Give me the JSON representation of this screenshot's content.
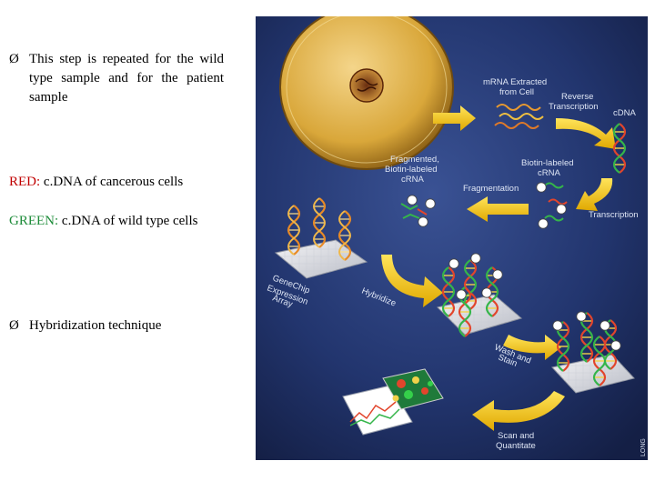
{
  "bullets": [
    {
      "glyph": "Ø",
      "text": "This step is repeated for the wild type sample and for the patient sample"
    },
    {
      "glyph": "Ø",
      "text": "Hybridization technique"
    }
  ],
  "legend": {
    "red": {
      "label": "RED:",
      "text": " c.DNA of cancerous cells",
      "color": "#c00000"
    },
    "green": {
      "label": "GREEN:",
      "text": " c.DNA of wild type cells",
      "color": "#1e8c3a"
    }
  },
  "diagram": {
    "labels": {
      "mrna_l1": "mRNA Extracted",
      "mrna_l2": "from Cell",
      "rt_l1": "Reverse",
      "rt_l2": "Transcription",
      "cdna": "cDNA",
      "frag_l1": "Fragmented,",
      "frag_l2": "Biotin-labeled",
      "frag_l3": "cRNA",
      "bio_l1": "Biotin-labeled",
      "bio_l2": "cRNA",
      "fragmentation": "Fragmentation",
      "transcription": "Transcription",
      "genechip_l1": "GeneChip",
      "genechip_l2": "Expression",
      "genechip_l3": "Array",
      "hybridize": "Hybridize",
      "wash_l1": "Wash and",
      "wash_l2": "Stain",
      "scan_l1": "Scan and",
      "scan_l2": "Quantitate",
      "credit": "LONG",
      "biotin": "B"
    },
    "colors": {
      "background": "#1b2b5e",
      "arrow": "#f3c812",
      "cell": "#d9a73a"
    }
  }
}
